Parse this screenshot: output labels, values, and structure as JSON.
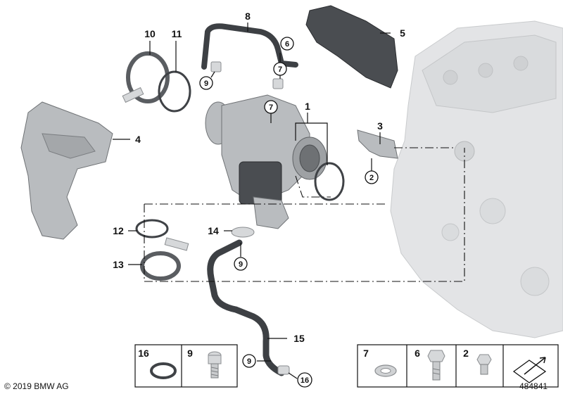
{
  "diagram": {
    "callouts": [
      {
        "id": "c1",
        "label": "1"
      },
      {
        "id": "c3",
        "label": "3"
      },
      {
        "id": "c4",
        "label": "4"
      },
      {
        "id": "c5",
        "label": "5"
      },
      {
        "id": "c8",
        "label": "8"
      },
      {
        "id": "c10",
        "label": "10"
      },
      {
        "id": "c11",
        "label": "11"
      },
      {
        "id": "c12",
        "label": "12"
      },
      {
        "id": "c13",
        "label": "13"
      },
      {
        "id": "c14",
        "label": "14"
      },
      {
        "id": "c15",
        "label": "15"
      }
    ],
    "circled_callouts": [
      {
        "id": "cc2",
        "label": "2"
      },
      {
        "id": "cc6",
        "label": "6"
      },
      {
        "id": "cc7a",
        "label": "7"
      },
      {
        "id": "cc7b",
        "label": "7"
      },
      {
        "id": "cc9a",
        "label": "9"
      },
      {
        "id": "cc9b",
        "label": "9"
      },
      {
        "id": "cc9c",
        "label": "9"
      },
      {
        "id": "cc16",
        "label": "16"
      }
    ]
  },
  "legend": {
    "box_left": [
      {
        "id": "l16",
        "label": "16",
        "icon": "seal-ring-icon"
      },
      {
        "id": "l9",
        "label": "9",
        "icon": "hex-socket-screw-icon"
      }
    ],
    "box_right": [
      {
        "id": "l7",
        "label": "7",
        "icon": "washer-icon"
      },
      {
        "id": "l6",
        "label": "6",
        "icon": "banjo-bolt-icon"
      },
      {
        "id": "l2",
        "label": "2",
        "icon": "hex-bolt-icon"
      },
      {
        "id": "larrow",
        "label": "",
        "icon": "direction-arrow-icon"
      }
    ]
  },
  "footer": {
    "copyright": "© 2019 BMW AG",
    "diagram_number": "484841"
  },
  "colors": {
    "ink": "#111111",
    "metal": "#b9bcbf",
    "dark_metal": "#4a4d51",
    "ghost_engine": "#e3e4e6"
  }
}
